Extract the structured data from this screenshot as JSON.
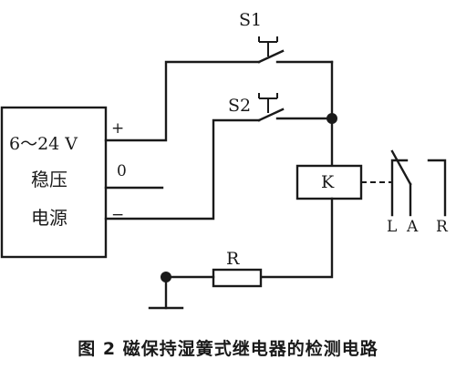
{
  "supply": {
    "voltage": "6～24 V",
    "line1": "稳压",
    "line2": "电源",
    "plus": "+",
    "zero": "0",
    "minus": "−"
  },
  "switch_s1": "S1",
  "switch_s2": "S2",
  "relay": "K",
  "resistor": "R",
  "contacts": {
    "L": "L",
    "A": "A",
    "R": "R"
  },
  "caption": "图 2  磁保持湿簧式继电器的检测电路"
}
